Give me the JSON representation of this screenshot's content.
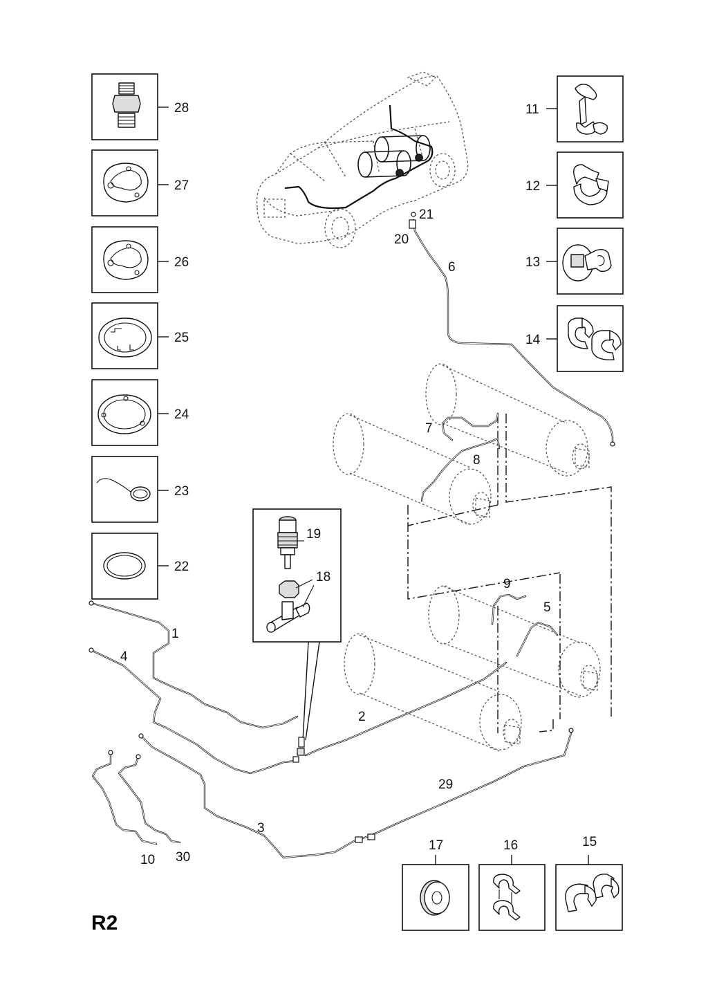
{
  "page_label": "R2",
  "callouts": {
    "n1": "1",
    "n2": "2",
    "n3": "3",
    "n4": "4",
    "n5": "5",
    "n6": "6",
    "n7": "7",
    "n8": "8",
    "n9": "9",
    "n10": "10",
    "n11": "11",
    "n12": "12",
    "n13": "13",
    "n14": "14",
    "n15": "15",
    "n16": "16",
    "n17": "17",
    "n18": "18",
    "n19": "19",
    "n20": "20",
    "n21": "21",
    "n22": "22",
    "n23": "23",
    "n24": "24",
    "n25": "25",
    "n26": "26",
    "n27": "27",
    "n28": "28",
    "n29": "29",
    "n30": "30"
  },
  "icons": {
    "28": "threaded-union-icon",
    "27": "gasket-plate-icon",
    "26": "gasket-plate-icon",
    "25": "mounting-ring-icon",
    "24": "seal-ring-icon",
    "23": "wire-ring-icon",
    "22": "o-ring-icon",
    "11": "double-clip-icon",
    "12": "pipe-clip-icon",
    "13": "push-clip-icon",
    "14": "twin-clip-icon",
    "15": "double-clip-icon",
    "16": "stacked-clip-icon",
    "17": "washer-icon",
    "19": "valve-fitting-icon",
    "18": "tee-connector-icon"
  }
}
